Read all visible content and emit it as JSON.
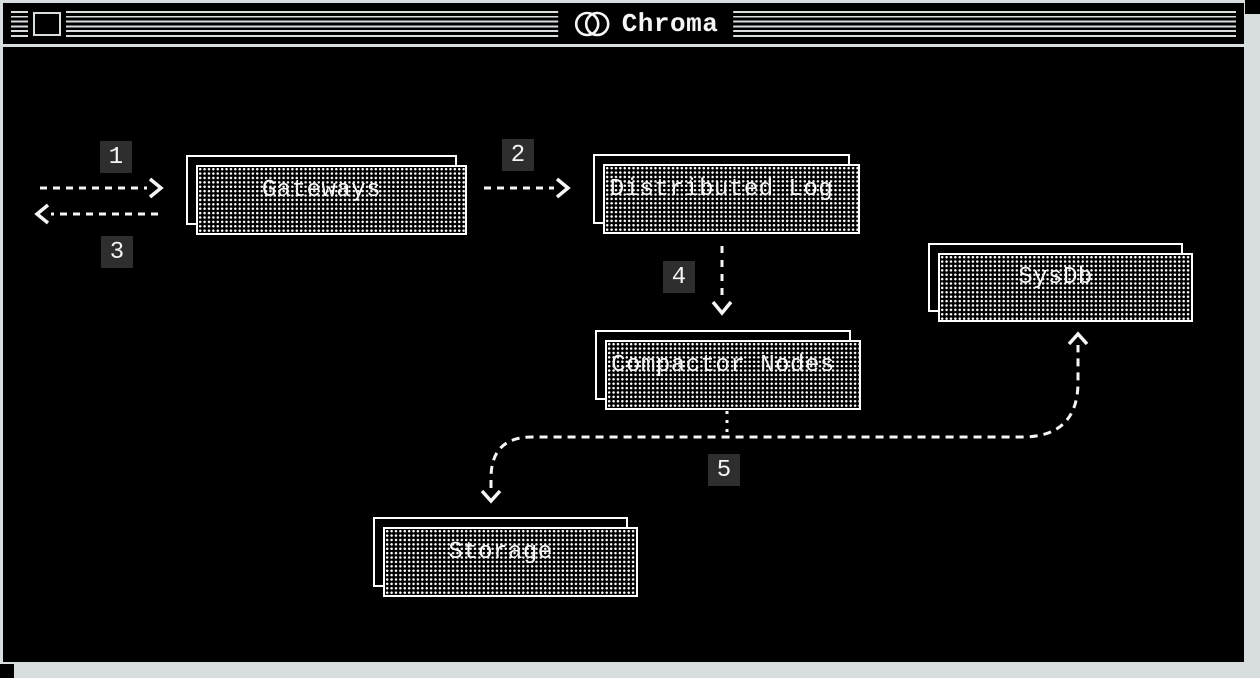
{
  "window": {
    "title": "Chroma",
    "logo": "chroma-two-overlapping-circles",
    "close_box": "close"
  },
  "colors": {
    "page_bg": "#d8dde0",
    "window_bg": "#000000",
    "line": "#f5f5f5",
    "node_bg": "#000000",
    "node_border": "#ffffff",
    "badge_bg": "#2e2e2e",
    "text": "#f5f5f5"
  },
  "diagram": {
    "nodes": [
      {
        "id": "gateways",
        "label": "Gateways"
      },
      {
        "id": "distributed-log",
        "label": "Distributed Log"
      },
      {
        "id": "sysdb",
        "label": "SysDb"
      },
      {
        "id": "compactor-nodes",
        "label": "Compactor Nodes"
      },
      {
        "id": "storage",
        "label": "Storage"
      }
    ],
    "steps": [
      {
        "label": "1",
        "edge": "inbound to Gateways"
      },
      {
        "label": "2",
        "edge": "Gateways to Distributed Log"
      },
      {
        "label": "3",
        "edge": "outbound from Gateways"
      },
      {
        "label": "4",
        "edge": "Distributed Log to Compactor Nodes"
      },
      {
        "label": "5",
        "edge": "Compactor Nodes to Storage and SysDb"
      }
    ]
  }
}
